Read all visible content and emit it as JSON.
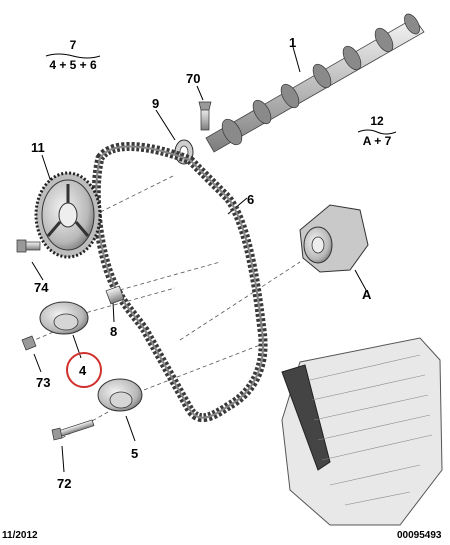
{
  "callouts": [
    {
      "id": "1",
      "label": "1"
    },
    {
      "id": "4",
      "label": "4"
    },
    {
      "id": "5",
      "label": "5"
    },
    {
      "id": "6",
      "label": "6"
    },
    {
      "id": "8",
      "label": "8"
    },
    {
      "id": "9",
      "label": "9"
    },
    {
      "id": "11",
      "label": "11"
    },
    {
      "id": "70",
      "label": "70"
    },
    {
      "id": "72",
      "label": "72"
    },
    {
      "id": "73",
      "label": "73"
    },
    {
      "id": "74",
      "label": "74"
    },
    {
      "id": "A",
      "label": "A"
    }
  ],
  "groups": [
    {
      "id": "g7",
      "number": "7",
      "contents": "4 + 5 + 6"
    },
    {
      "id": "g12",
      "number": "12",
      "contents": "A + 7"
    }
  ],
  "highlight": {
    "callout": "4",
    "color": "#d0312d"
  },
  "footer": {
    "date": "11/2012",
    "reference": "00095493"
  }
}
